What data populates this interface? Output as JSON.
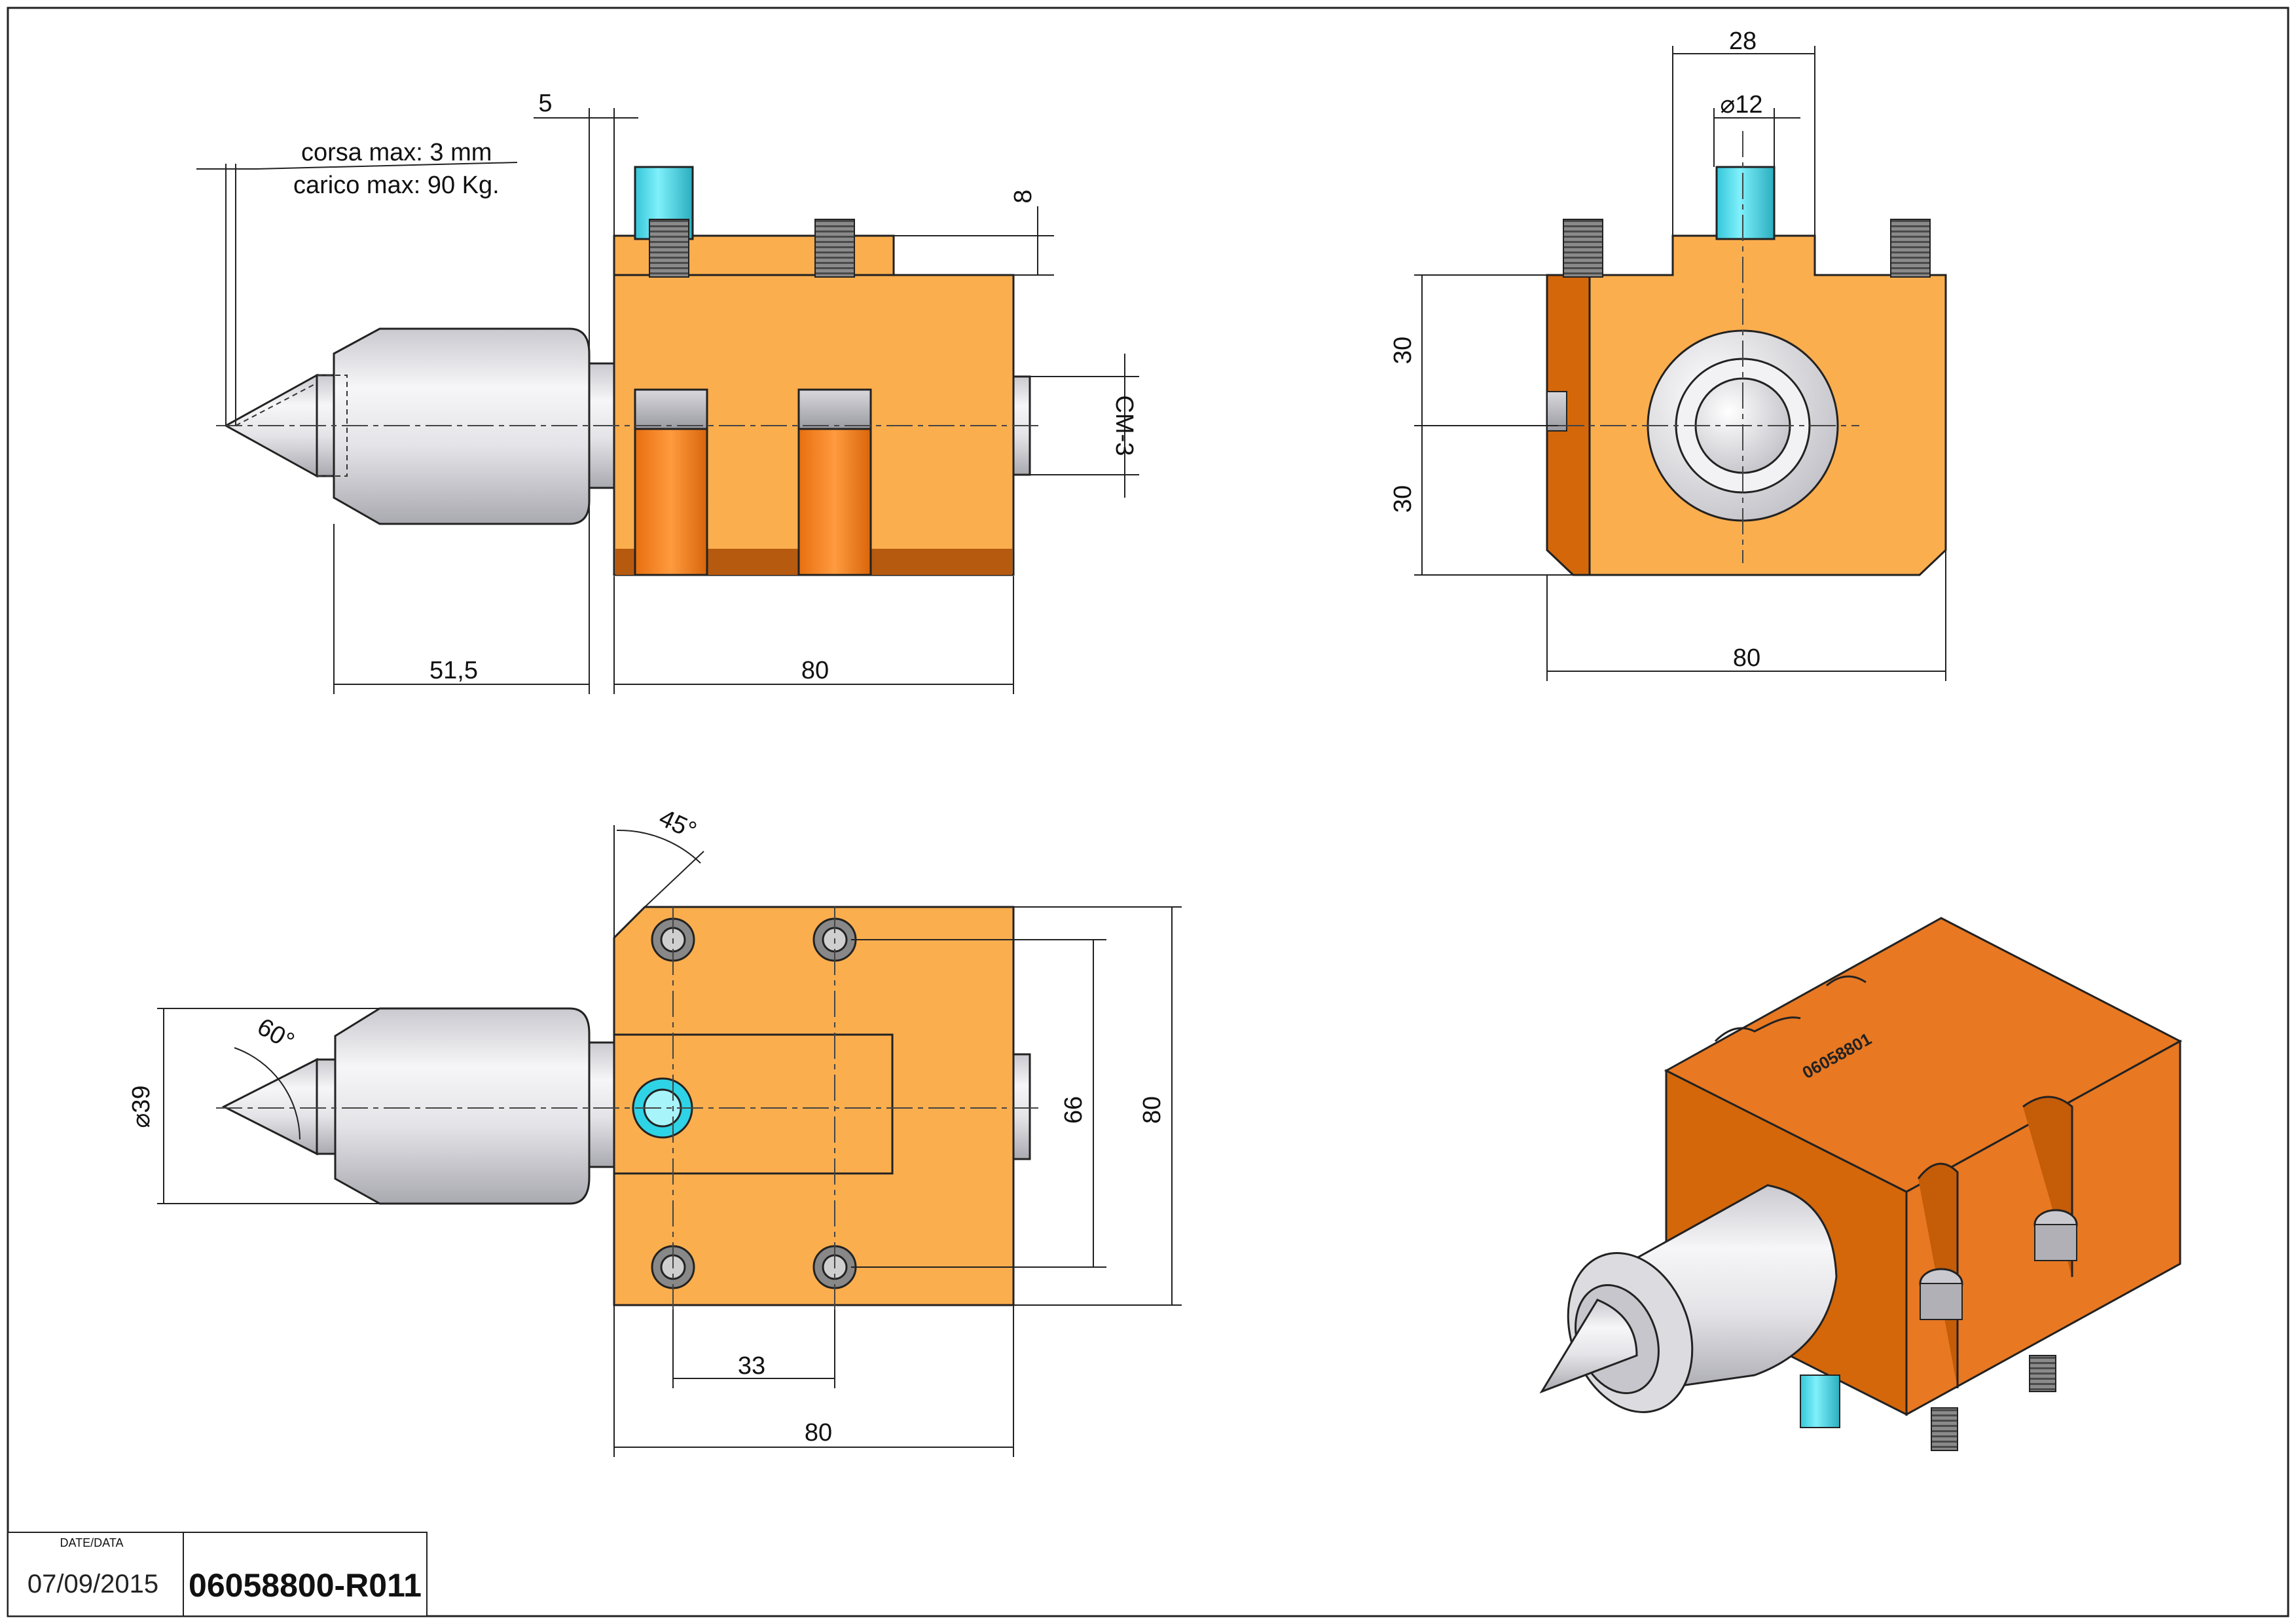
{
  "annotations": {
    "stroke_note": "corsa max: 3 mm",
    "load_note": "carico max: 90 Kg."
  },
  "dimensions": {
    "front_gap": "5",
    "front_top_step": "8",
    "front_taper": "CM-3",
    "front_center_length": "51,5",
    "front_block_width": "80",
    "side_pin_spacing": "28",
    "side_pin_diameter": "⌀12",
    "side_height_upper": "30",
    "side_height_lower": "30",
    "side_block_width": "80",
    "top_chamfer_angle": "45°",
    "top_point_angle": "60°",
    "top_diameter": "⌀39",
    "top_hole_spacing_v": "66",
    "top_block_height": "80",
    "top_hole_spacing_h": "33",
    "top_block_width": "80"
  },
  "part_marking": "06058801",
  "title_block": {
    "date_label": "DATE/DATA",
    "date": "07/09/2015",
    "drawing_number": "06058800-R011"
  },
  "colors": {
    "body": "#FBAE4E",
    "body_dark": "#B65A10",
    "slot": "#F07A16",
    "iso_front": "#D4670A",
    "iso_top": "#E87822",
    "pin": "#45D8E8",
    "hole": "#2FD3E6",
    "steel": "#E8E8EC",
    "screw": "#7A7A7A"
  },
  "icons": [
    "live-center-icon",
    "socket-screw-icon"
  ]
}
